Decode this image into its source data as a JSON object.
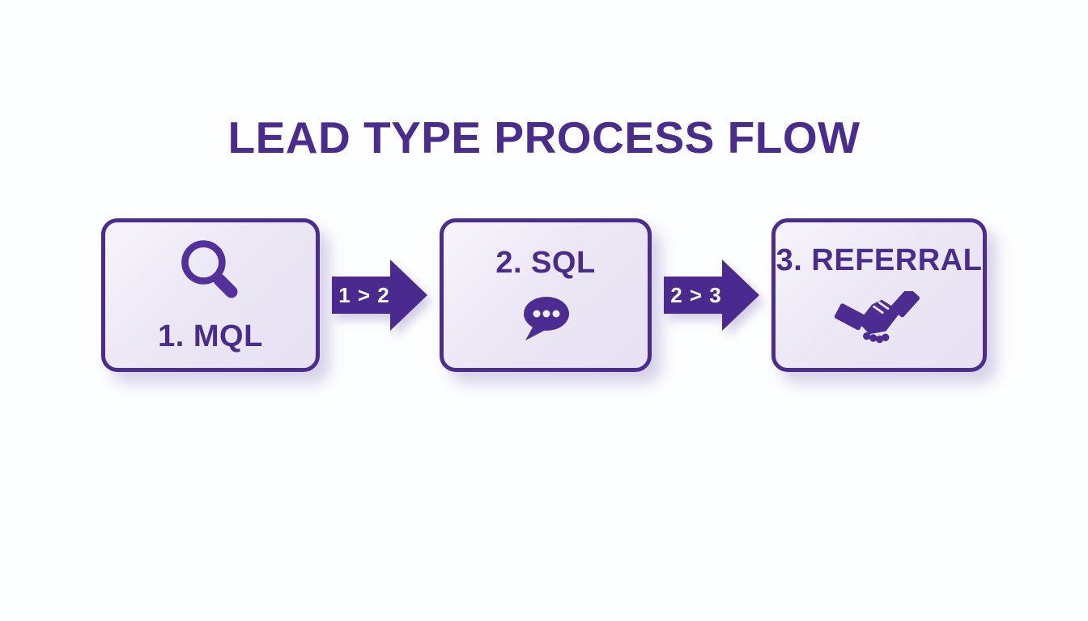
{
  "title": "LEAD TYPE PROCESS FLOW",
  "flow": {
    "steps": [
      {
        "label": "1. MQL",
        "icon": "magnifier-icon",
        "icon_position": "above-label"
      },
      {
        "label": "2. SQL",
        "icon": "speech-bubble-icon",
        "icon_position": "below-label"
      },
      {
        "label": "3. REFERRAL",
        "icon": "handshake-icon",
        "icon_position": "below-label"
      }
    ],
    "arrows": [
      {
        "label": "1 > 2"
      },
      {
        "label": "2 > 3"
      }
    ]
  },
  "colors": {
    "accent_purple": "#4b2a8f",
    "title_purple": "#4a2c8e",
    "card_fill": "#eae5f4",
    "card_border": "#4d2c92",
    "arrow_text": "#ffffff",
    "background": "#fdfeff"
  }
}
